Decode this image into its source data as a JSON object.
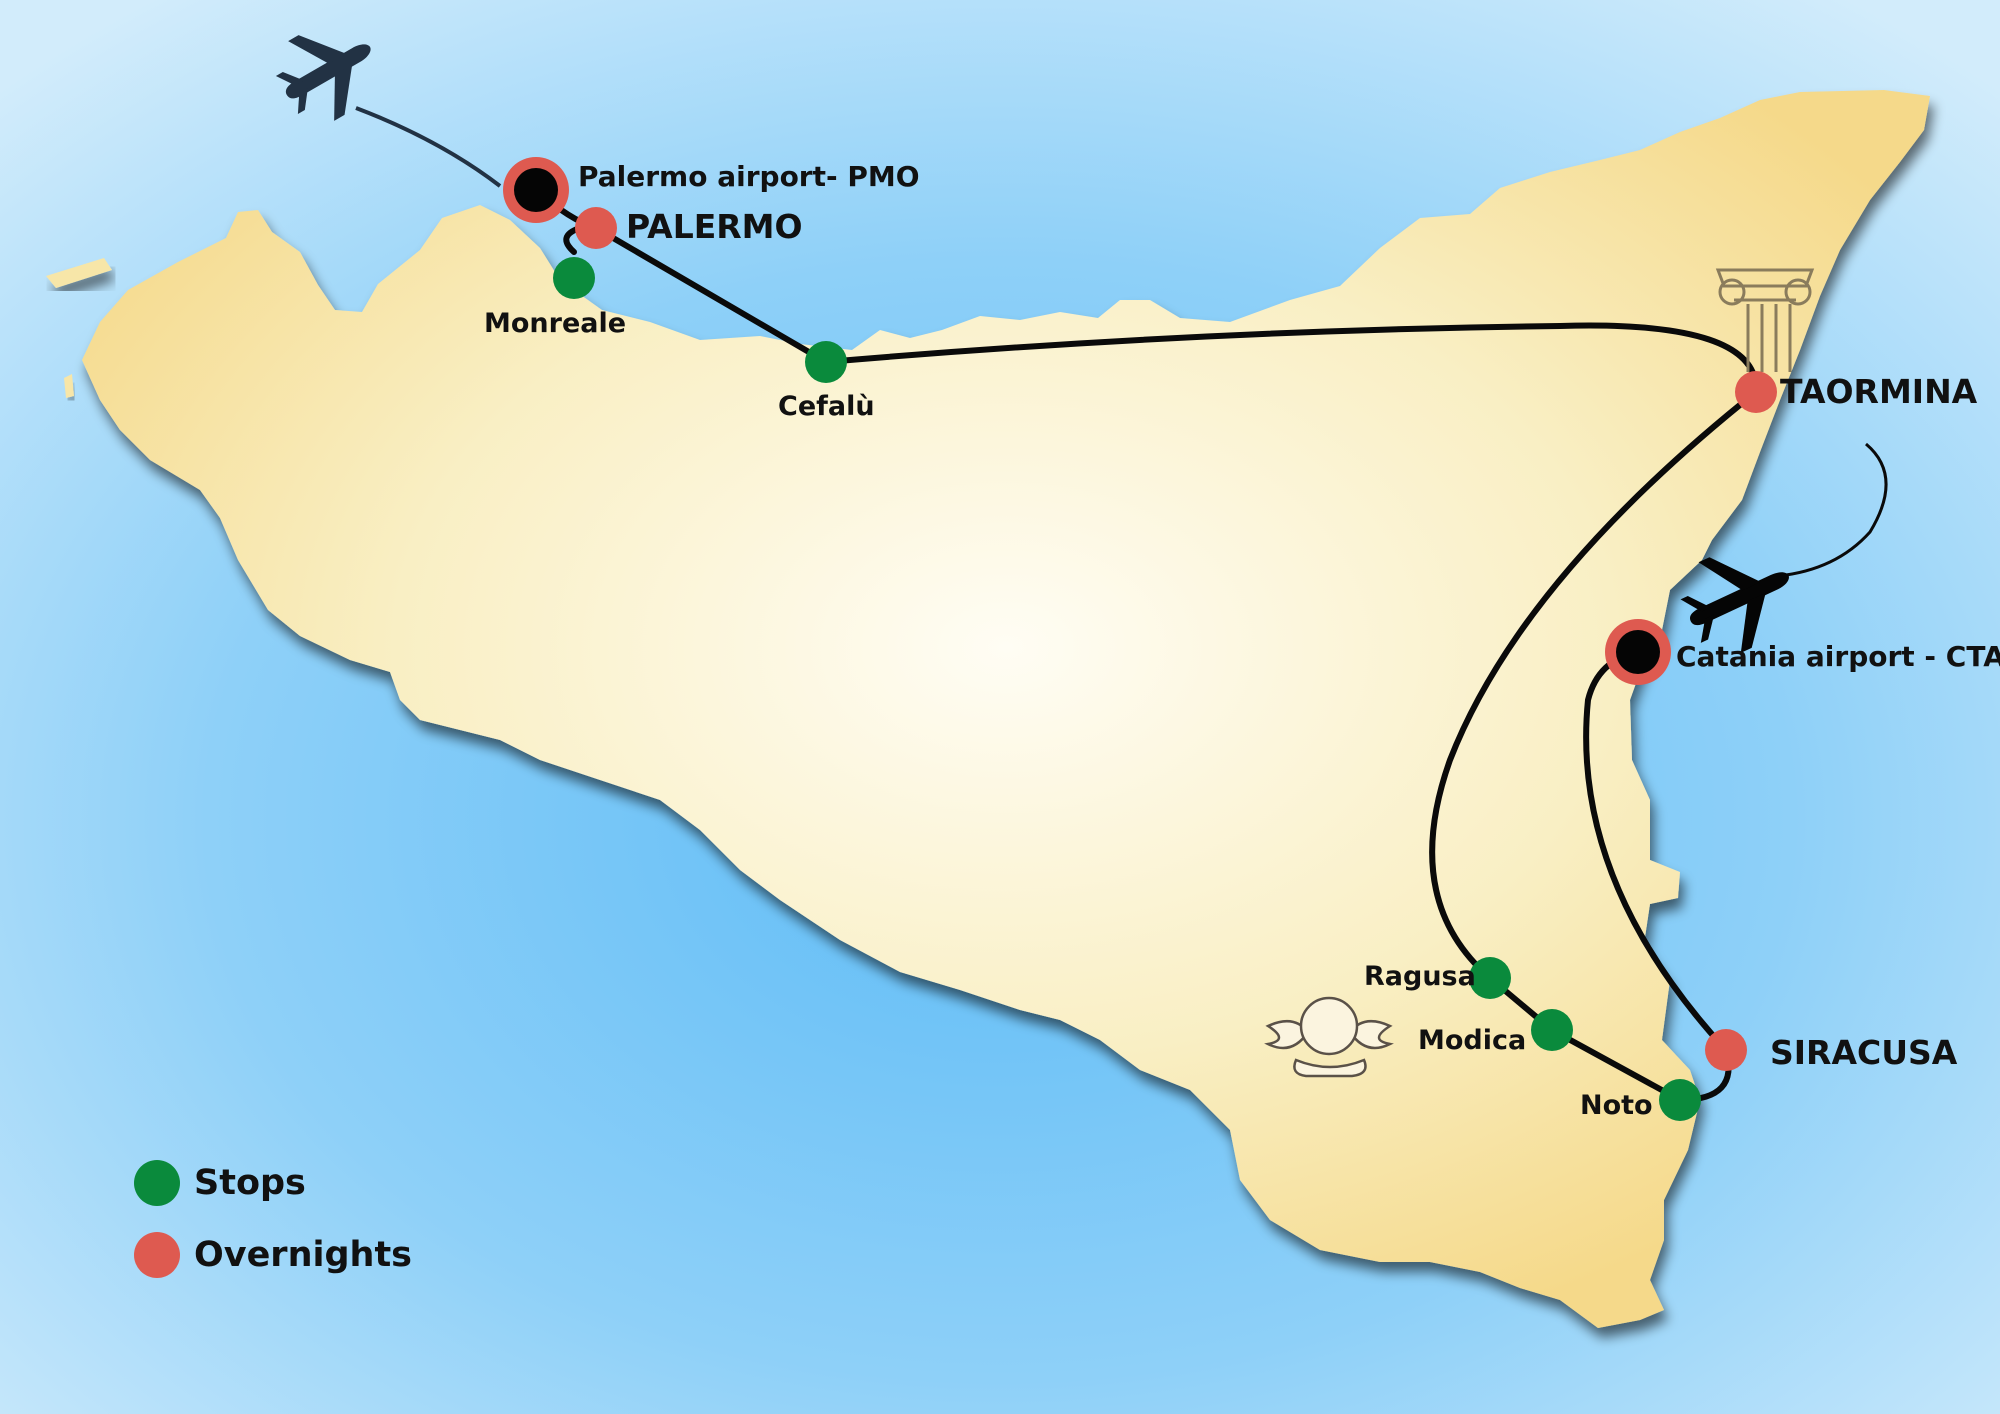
{
  "colors": {
    "sea_center": "#6cc3f7",
    "sea_edge": "#c6e7fb",
    "land_center": "#fdfbef",
    "land_edge": "#f6dc8e",
    "route": "#0a0a0a",
    "stop": "#0a8a3c",
    "overnight": "#de5a50",
    "airport_core": "#050505",
    "plane": "#223244"
  },
  "places": {
    "palermo_airport": "Palermo airport- PMO",
    "palermo": "PALERMO",
    "monreale": "Monreale",
    "cefalu": "Cefalù",
    "taormina": "TAORMINA",
    "catania_airport": "Catania airport - CTA",
    "ragusa": "Ragusa",
    "modica": "Modica",
    "noto": "Noto",
    "siracusa": "SIRACUSA"
  },
  "icons": {
    "plane_arrival": "airplane-icon",
    "plane_departure": "airplane-icon",
    "temple": "greek-column-icon",
    "cherub": "cherub-angel-icon"
  },
  "legend": {
    "stops": "Stops",
    "overnights": "Overnights"
  }
}
